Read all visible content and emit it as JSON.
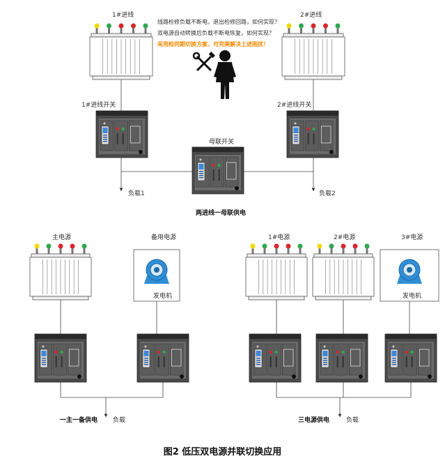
{
  "top": {
    "incomer1_label": "1#进线",
    "incomer2_label": "2#进线",
    "incomer1_switch": "1#进线开关",
    "incomer2_switch": "2#进线开关",
    "bus_tie": "母联开关",
    "load1": "负载1",
    "load2": "负载2",
    "caption": "两进线一母联供电"
  },
  "notes": {
    "line1": "线路检修负载不断电，退出检修回路，如何实现？",
    "line2": "双电源自动转换后负载不断电恢复，如何实现？",
    "line3": "采用检同期切换方案，可完美解决上述困扰！"
  },
  "bottom_left": {
    "main_power": "主电源",
    "backup_power": "备用电源",
    "generator": "发电机",
    "load": "负载",
    "caption": "一主一备供电"
  },
  "bottom_right": {
    "power1": "1#电源",
    "power2": "2#电源",
    "power3": "3#电源",
    "generator": "发电机",
    "load": "负载",
    "caption": "三电源供电"
  },
  "figure_caption": "图2  低压双电源并联切换应用",
  "colors": {
    "bulb_yellow": "#f5d800",
    "bulb_green": "#2fa84f",
    "bulb_red": "#d9262b",
    "emphasis_text": "#f08a00",
    "cabinet": "#5a5a5a",
    "generator_blue": "#2f8fd6"
  },
  "icons": [
    "transformer-icon",
    "switchgear-cabinet-icon",
    "generator-icon",
    "tools-icon",
    "worker-icon",
    "arrow-down-icon"
  ]
}
